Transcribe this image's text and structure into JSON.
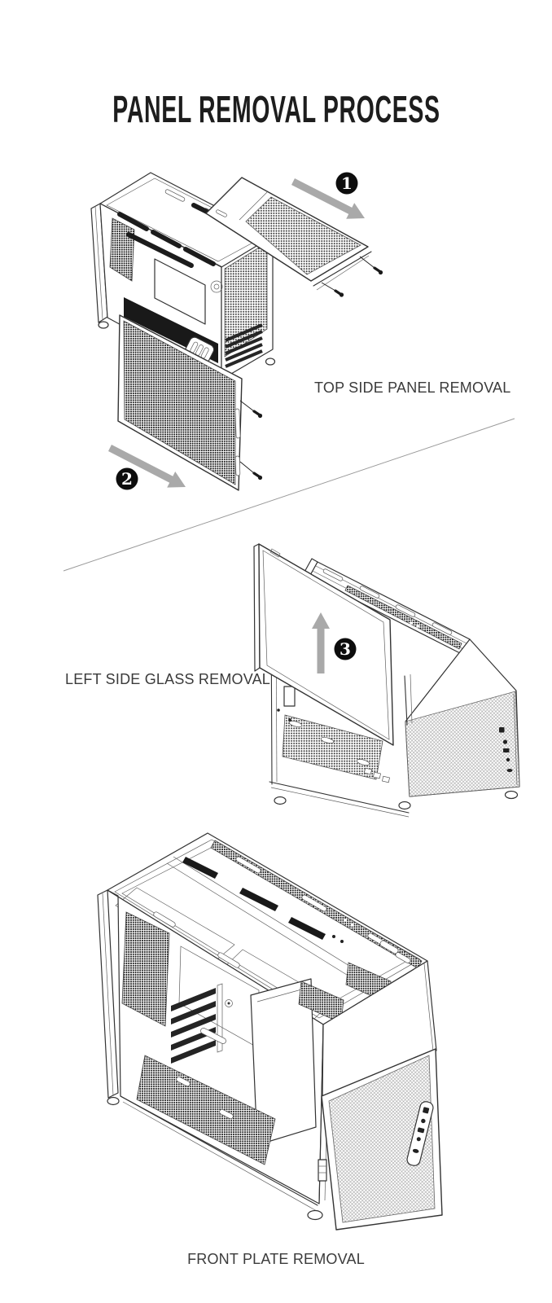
{
  "title": "PANEL REMOVAL PROCESS",
  "sections": [
    {
      "label": "TOP SIDE PANEL REMOVAL"
    },
    {
      "label": "LEFT SIDE GLASS REMOVAL"
    },
    {
      "label": "FRONT PLATE REMOVAL"
    }
  ],
  "steps": [
    {
      "number": "1"
    },
    {
      "number": "2"
    },
    {
      "number": "3"
    }
  ],
  "colors": {
    "background": "#ffffff",
    "line_art": "#333333",
    "arrow": "#a9a9a9",
    "step_badge_bg": "#0d0d0d",
    "step_badge_text": "#ffffff",
    "label_text": "#3b3b3b",
    "title_text": "#1d1d1d"
  }
}
